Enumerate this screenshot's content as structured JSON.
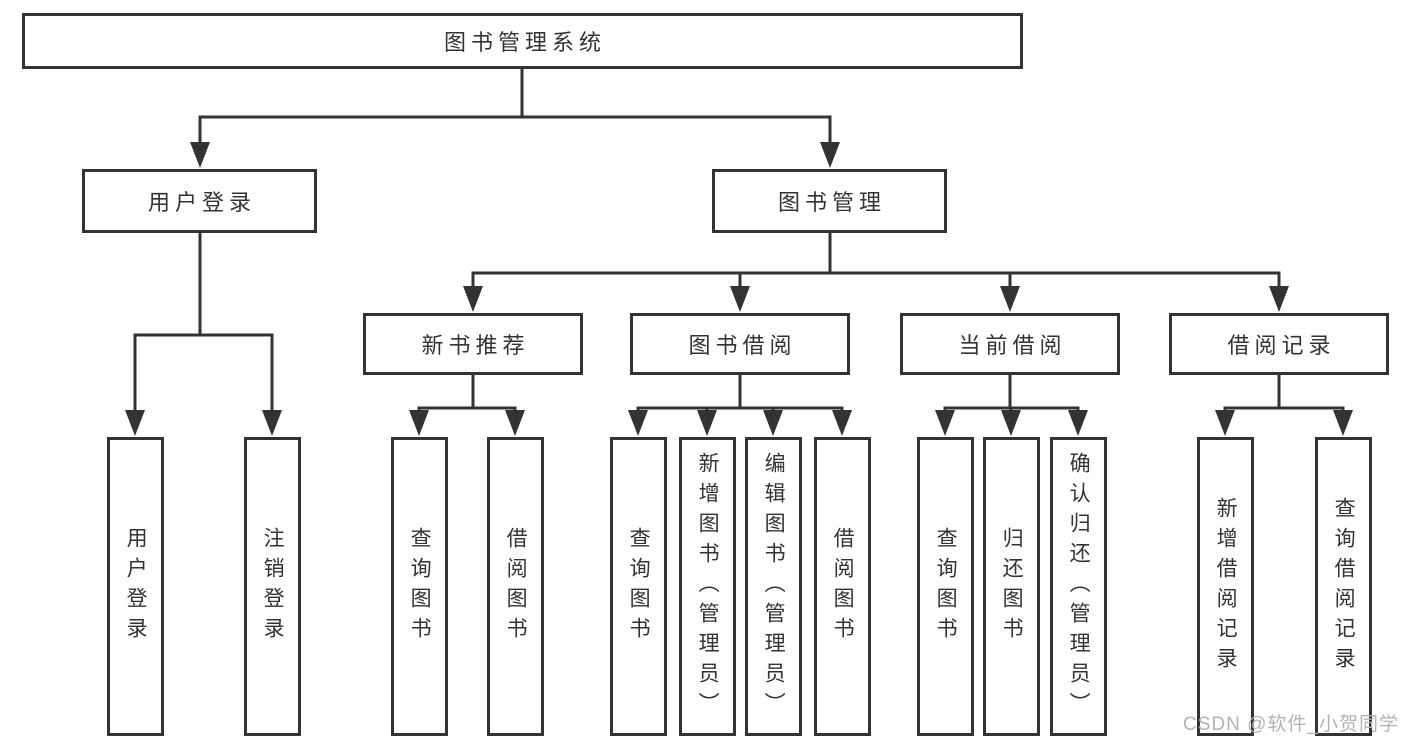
{
  "diagram": {
    "root": {
      "label": "图书管理系统"
    },
    "branches": [
      {
        "label": "用户登录",
        "children": [
          {
            "label": "用户登录"
          },
          {
            "label": "注销登录"
          }
        ]
      },
      {
        "label": "图书管理",
        "children": [
          {
            "label": "新书推荐",
            "children": [
              {
                "label": "查询图书"
              },
              {
                "label": "借阅图书"
              }
            ]
          },
          {
            "label": "图书借阅",
            "children": [
              {
                "label": "查询图书"
              },
              {
                "label": "新增图书（管理员）"
              },
              {
                "label": "编辑图书（管理员）"
              },
              {
                "label": "借阅图书"
              }
            ]
          },
          {
            "label": "当前借阅",
            "children": [
              {
                "label": "查询图书"
              },
              {
                "label": "归还图书"
              },
              {
                "label": "确认归还（管理员）"
              }
            ]
          },
          {
            "label": "借阅记录",
            "children": [
              {
                "label": "新增借阅记录"
              },
              {
                "label": "查询借阅记录"
              }
            ]
          }
        ]
      }
    ]
  },
  "watermark": "CSDN @软件_小贺同学",
  "colors": {
    "line": "#333333",
    "text": "#333333",
    "background": "#ffffff",
    "watermark": "#b3b3b3"
  }
}
